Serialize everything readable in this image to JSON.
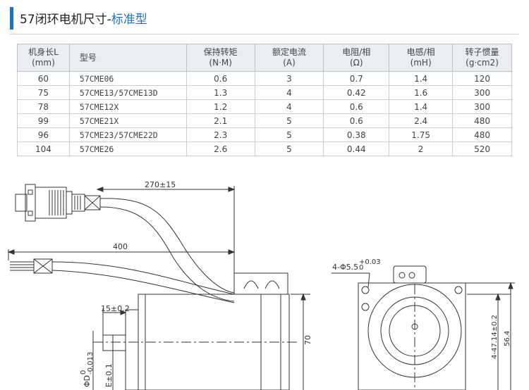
{
  "header": {
    "title": "57闭环电机尺寸-",
    "title_accent": "标准型",
    "accent_color": "#1a73c9"
  },
  "table": {
    "columns": [
      {
        "name": "机身长L",
        "unit": "(mm)"
      },
      {
        "name": "型号",
        "unit": ""
      },
      {
        "name": "保持转矩",
        "unit": "(N·M)"
      },
      {
        "name": "额定电流",
        "unit": "(A)"
      },
      {
        "name": "电阻/相",
        "unit": "(Ω)"
      },
      {
        "name": "电感/相",
        "unit": "(mH)"
      },
      {
        "name": "转子惯量",
        "unit": "(g·cm2)"
      }
    ],
    "rows": [
      [
        "60",
        "57CME06",
        "0.6",
        "3",
        "0.7",
        "1.4",
        "120"
      ],
      [
        "75",
        "57CME13/57CME13D",
        "1.3",
        "4",
        "0.42",
        "1.6",
        "300"
      ],
      [
        "78",
        "57CME12X",
        "1.2",
        "4",
        "0.6",
        "1.4",
        "300"
      ],
      [
        "99",
        "57CME21X",
        "2.1",
        "5",
        "0.6",
        "2.4",
        "480"
      ],
      [
        "96",
        "57CME23/57CME22D",
        "2.3",
        "5",
        "0.38",
        "1.75",
        "480"
      ],
      [
        "104",
        "57CME26",
        "2.6",
        "5",
        "0.44",
        "2",
        "520"
      ]
    ]
  },
  "drawing": {
    "cable_length_1": "270±15",
    "cable_length_2": "400",
    "shaft_length": "15±0.2",
    "flat_length": "E±0.1",
    "shaft_diameter": "ΦD",
    "shaft_tol_upper": "0",
    "shaft_tol_lower": "-0.013",
    "body_height": "70",
    "hole_spec": "4-Φ5.5",
    "hole_tol_upper": "+0.03",
    "hole_tol_lower": "0",
    "hole_pitch": "4-47.14±0.2",
    "flange_size": "56.4"
  }
}
